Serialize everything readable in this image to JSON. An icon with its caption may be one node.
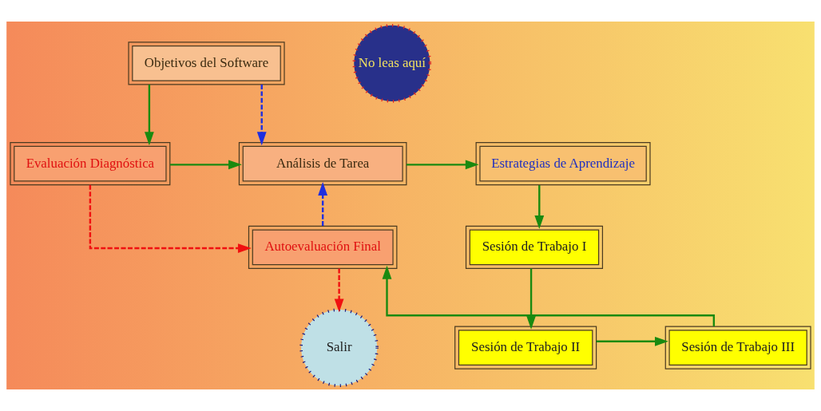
{
  "diagram": {
    "nodes": [
      {
        "text": [
          "Objetivos del Software"
        ]
      },
      {
        "text": [
          "Evaluación Diagnóstica"
        ]
      },
      {
        "text": [
          "Autoevaluación Final"
        ]
      },
      {
        "text": [
          "Salir"
        ]
      },
      {
        "text": [
          "Análisis de Tarea"
        ]
      },
      {
        "text": [
          "Estrategias de Aprendizaje"
        ]
      },
      {
        "text": [
          "Sesión de Trabajo I"
        ]
      },
      {
        "text": [
          "Sesión de Trabajo II"
        ]
      },
      {
        "text": [
          "Sesión de Trabajo III"
        ]
      },
      {
        "text": [
          "No leas aquí"
        ]
      }
    ],
    "edges": [
      {
        "from": 0,
        "to": 1,
        "arrow": "to"
      },
      {
        "from": 0,
        "to": 4,
        "arrow": "to",
        "style": "dashed",
        "color": "#1f2fe0"
      },
      {
        "from": 1,
        "to": 4,
        "arrow": "to"
      },
      {
        "from": 1,
        "to": 2,
        "arrow": "to",
        "style": "dashed",
        "color": "#f01010"
      },
      {
        "from": 2,
        "to": 3,
        "arrow": "to",
        "style": "dashed",
        "color": "#f01010"
      },
      {
        "from": 2,
        "to": 4,
        "arrow": "to",
        "style": "dashed",
        "color": "#1f2fe0"
      },
      {
        "from": 4,
        "to": 5,
        "arrow": "to"
      },
      {
        "from": 5,
        "to": 6,
        "arrow": "to"
      },
      {
        "from": 6,
        "to": 7,
        "arrow": "to"
      },
      {
        "from": 7,
        "to": 8,
        "arrow": "to"
      },
      {
        "from": 8,
        "to": 2,
        "arrow": "to"
      }
    ]
  }
}
